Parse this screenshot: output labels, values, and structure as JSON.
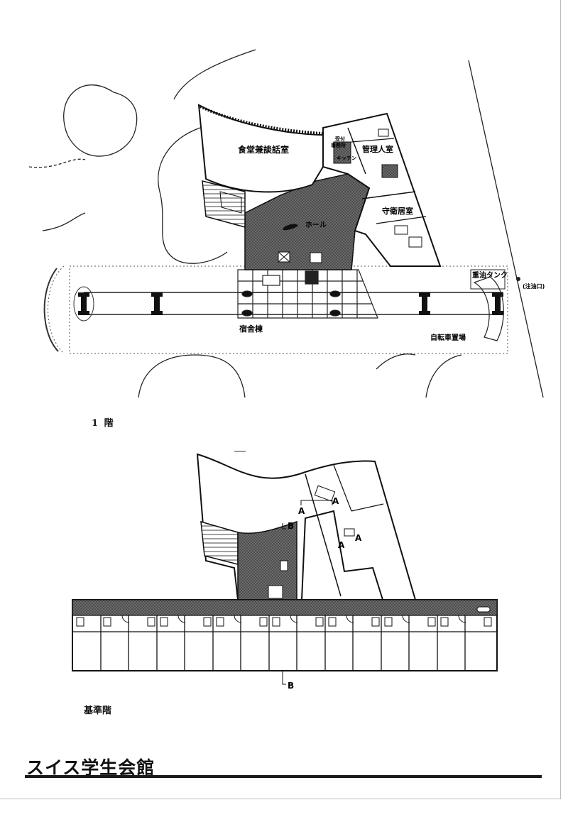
{
  "floor_1": {
    "caption": "1 階",
    "rooms": {
      "dining": "食堂兼談話室",
      "reception": "受付",
      "office": "事務所",
      "kitchen": "キッチン",
      "manager": "管理人室",
      "guard": "守衛居室",
      "hall": "ホール",
      "oil_tank": "重油タンク",
      "oil_inlet": "(注油口)",
      "dormitory": "宿舎棟",
      "bicycle": "自転車置場"
    }
  },
  "floor_standard": {
    "caption": "基準階",
    "section_marks": {
      "a": "A",
      "b": "B"
    }
  },
  "title": "スイス学生会館"
}
